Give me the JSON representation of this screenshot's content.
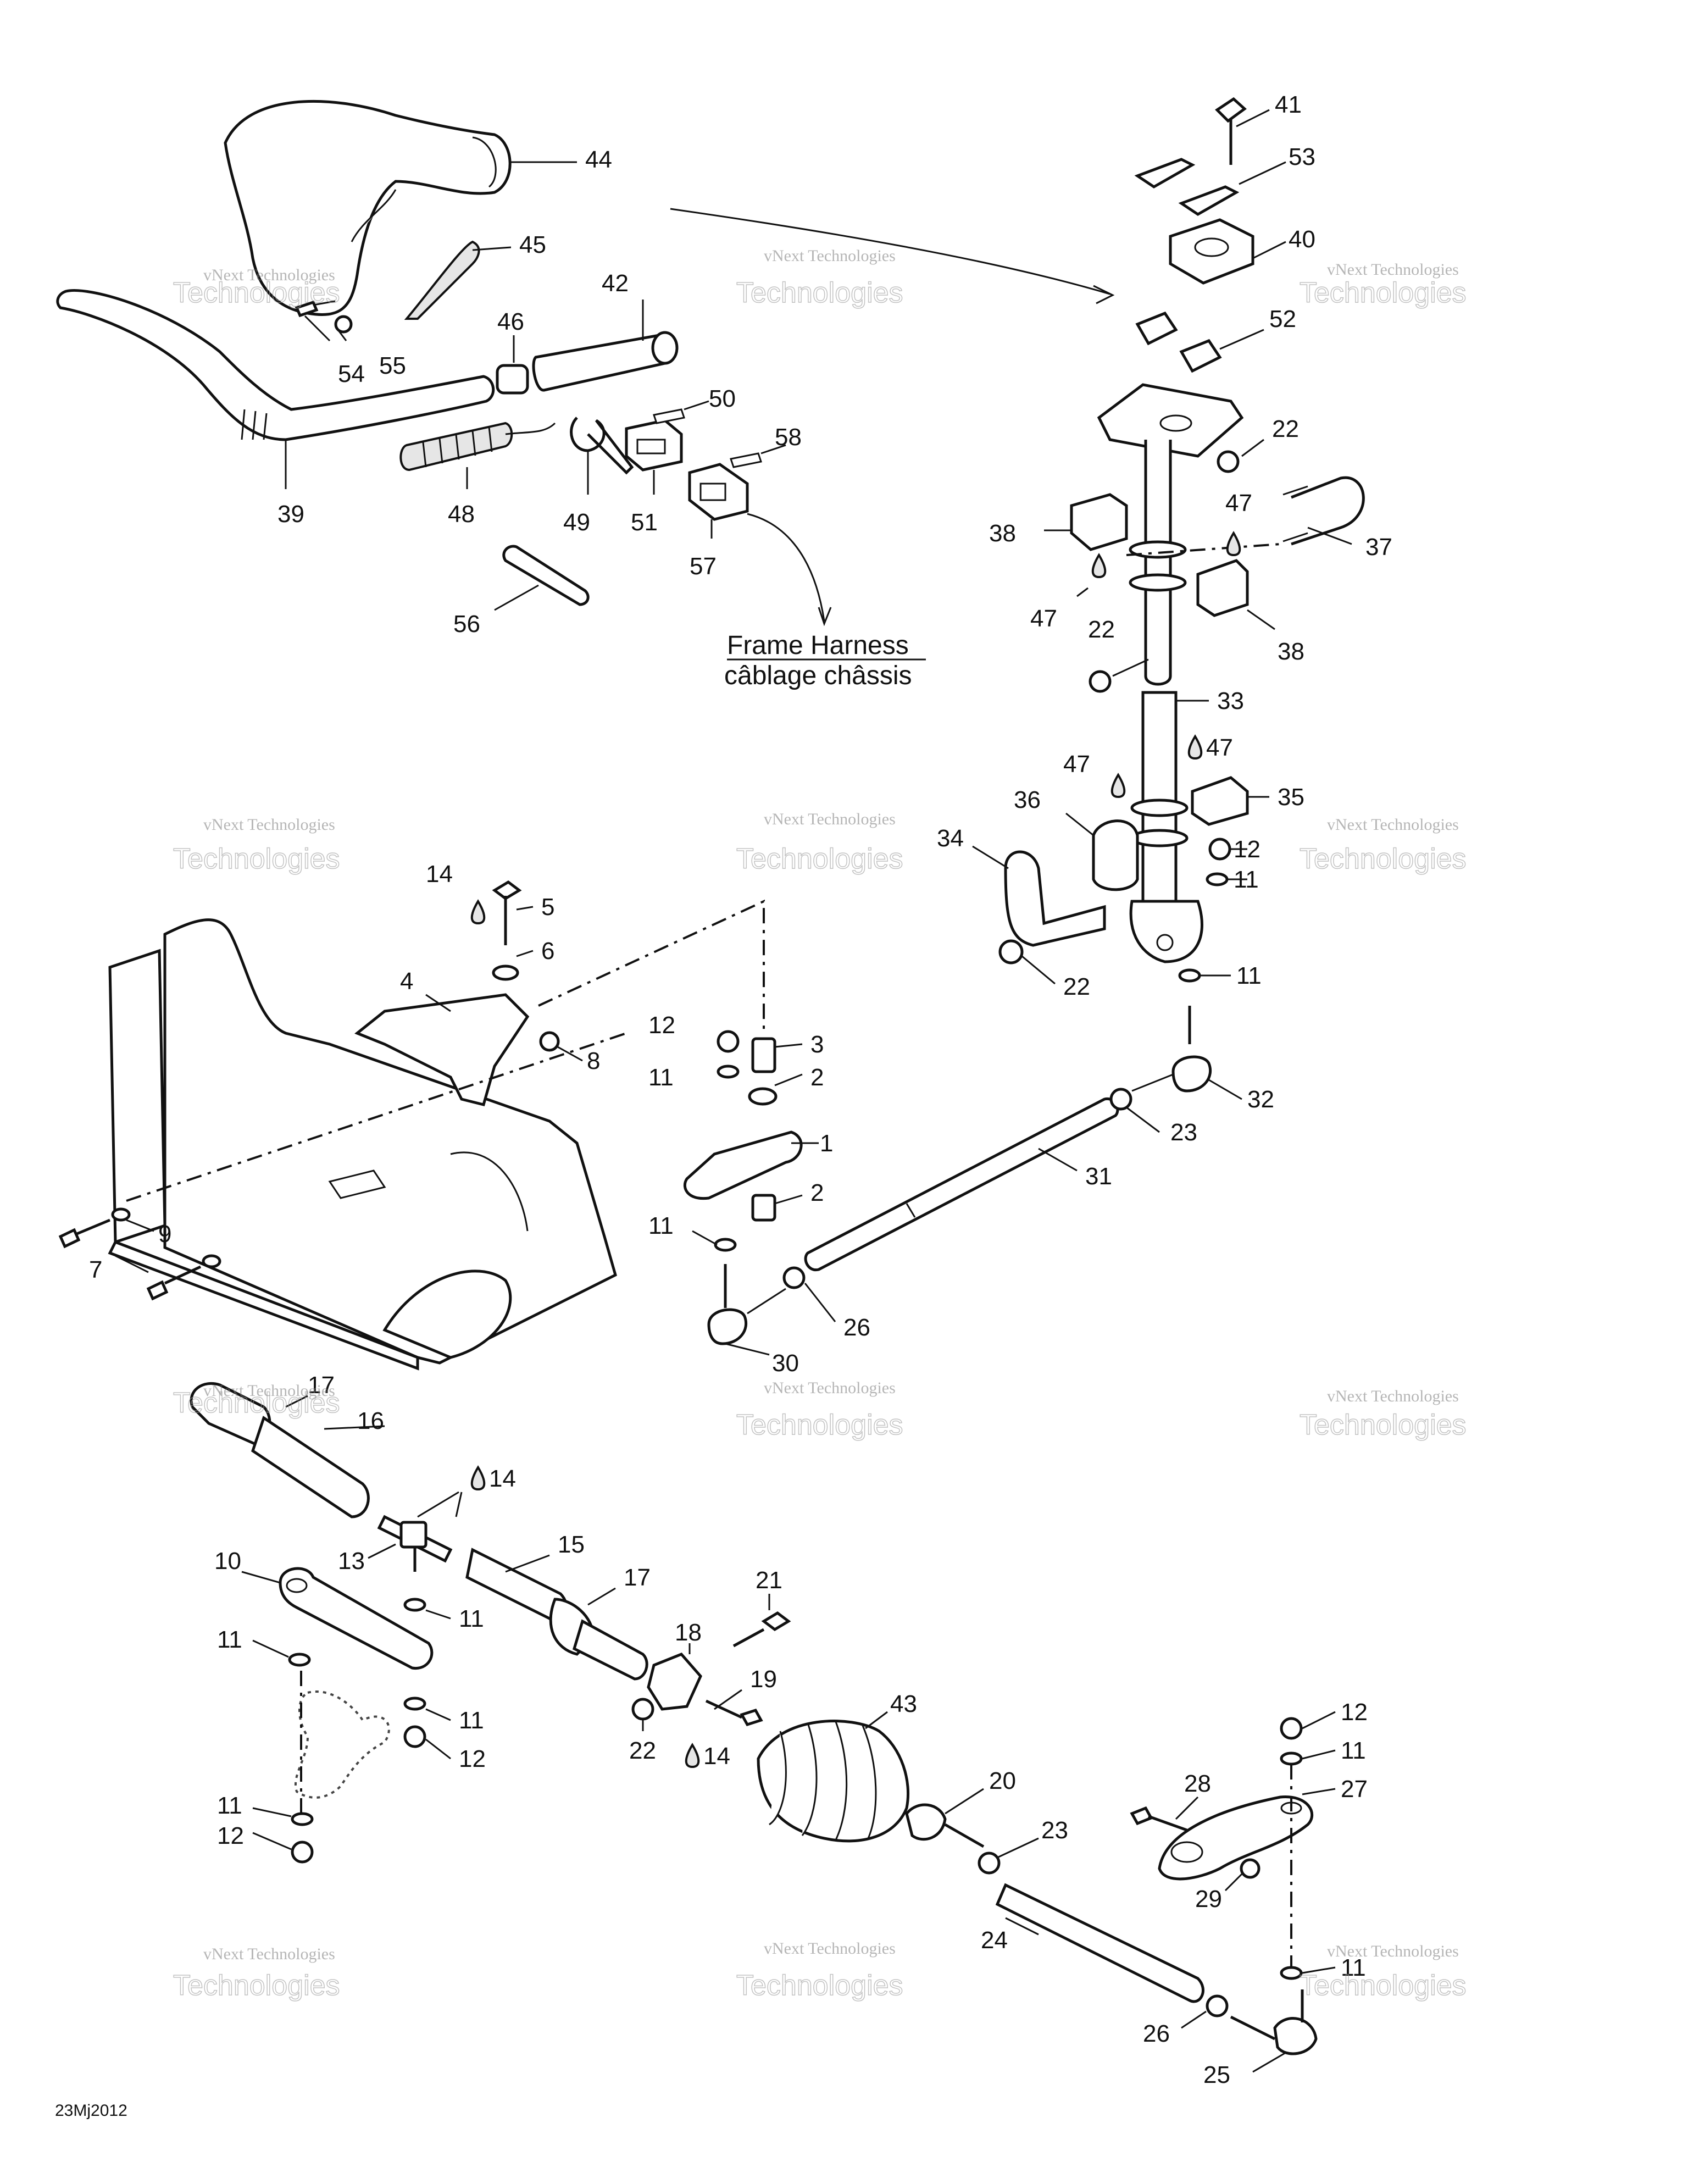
{
  "diagram": {
    "callouts": [
      "1",
      "2",
      "3",
      "4",
      "5",
      "6",
      "7",
      "8",
      "9",
      "10",
      "11",
      "12",
      "13",
      "14",
      "15",
      "16",
      "17",
      "18",
      "19",
      "20",
      "21",
      "22",
      "23",
      "24",
      "25",
      "26",
      "27",
      "28",
      "29",
      "30",
      "31",
      "32",
      "33",
      "34",
      "35",
      "36",
      "37",
      "38",
      "39",
      "40",
      "41",
      "42",
      "43",
      "44",
      "45",
      "46",
      "47",
      "48",
      "49",
      "50",
      "51",
      "52",
      "53",
      "54",
      "55",
      "56",
      "57",
      "58"
    ],
    "harness_label": {
      "en": "Frame Harness",
      "fr": "câblage châssis"
    },
    "watermark": {
      "line1": "vNext Technologies",
      "line2": "Technologies"
    },
    "figure_code": "23Mj2012"
  }
}
